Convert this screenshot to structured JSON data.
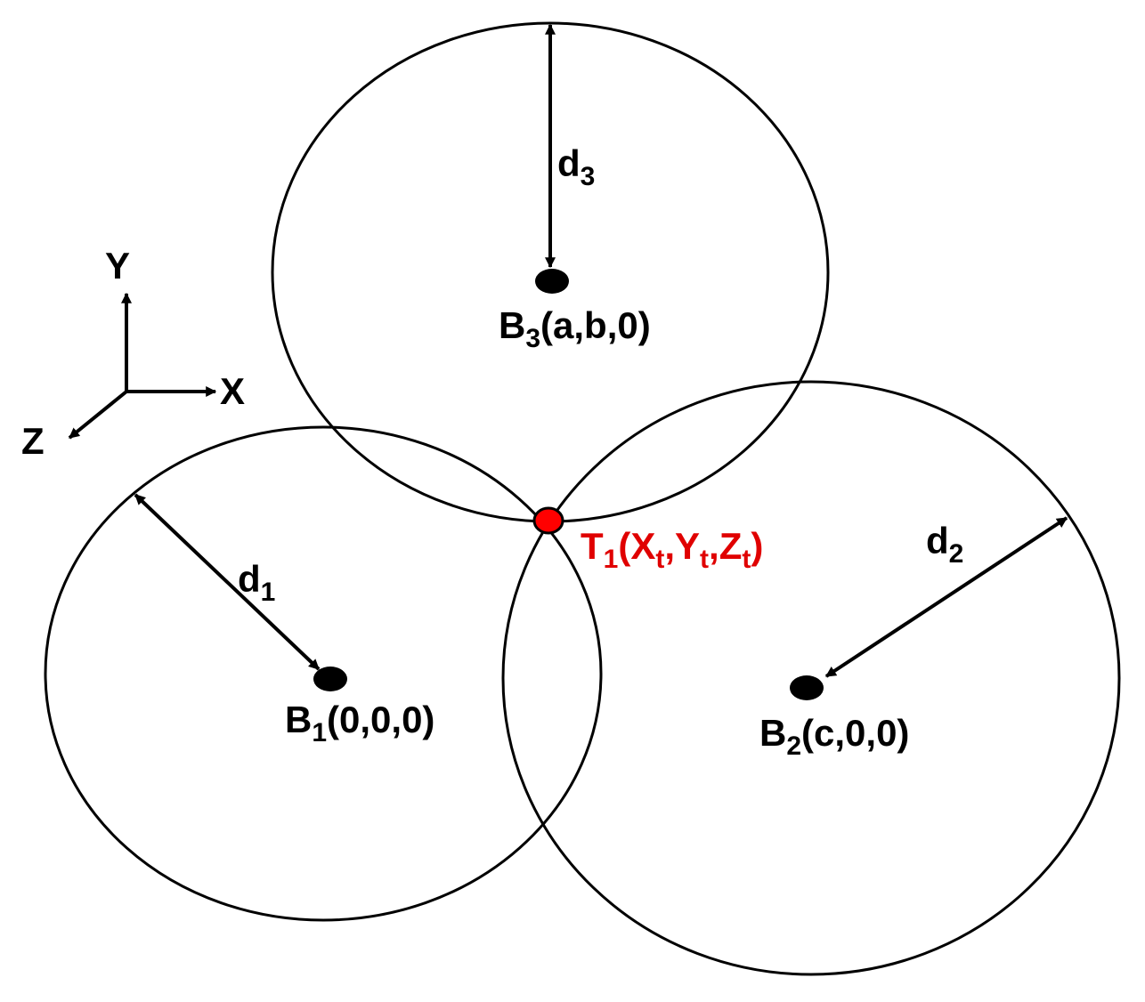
{
  "colors": {
    "line": "#000000",
    "beacon": "#000000",
    "target_fill": "#ff0000",
    "target_text": "#e00000"
  },
  "axes": {
    "y": "Y",
    "x": "X",
    "z": "Z"
  },
  "beacons": [
    {
      "name": "B",
      "sub": "1",
      "coords": "(0,0,0)"
    },
    {
      "name": "B",
      "sub": "2",
      "coords": "(c,0,0)"
    },
    {
      "name": "B",
      "sub": "3",
      "coords": "(a,b,0)"
    }
  ],
  "distances": [
    {
      "name": "d",
      "sub": "1"
    },
    {
      "name": "d",
      "sub": "2"
    },
    {
      "name": "d",
      "sub": "3"
    }
  ],
  "target": {
    "name": "T",
    "sub": "1",
    "open": "(",
    "x": "X",
    "x_sub": "t",
    "comma1": ",",
    "y": "Y",
    "y_sub": "t",
    "comma2": ",",
    "z": "Z",
    "z_sub": "t",
    "close": ")"
  }
}
